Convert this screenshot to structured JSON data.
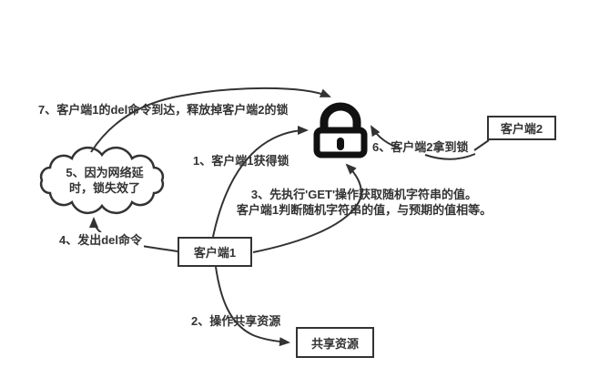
{
  "colors": {
    "background": "#ffffff",
    "ink": "#333333",
    "lock": "#111111"
  },
  "nodes": {
    "client1": {
      "label": "客户端1"
    },
    "client2": {
      "label": "客户端2"
    },
    "shared_resource": {
      "label": "共享资源"
    }
  },
  "cloud": {
    "line1": "5、因为网络延",
    "line2": "时，锁失效了"
  },
  "steps": {
    "step1": "1、客户端1获得锁",
    "step2": "2、操作共享资源",
    "step3_line1": "3、先执行'GET'操作获取随机字符串的值。",
    "step3_line2": "客户端1判断随机字符串的值，与预期的值相等。",
    "step4": "4、发出del命令",
    "step6": "6、客户端2拿到锁",
    "step7": "7、客户端1的del命令到达，释放掉客户端2的锁"
  },
  "icons": {
    "lock": "padlock"
  }
}
